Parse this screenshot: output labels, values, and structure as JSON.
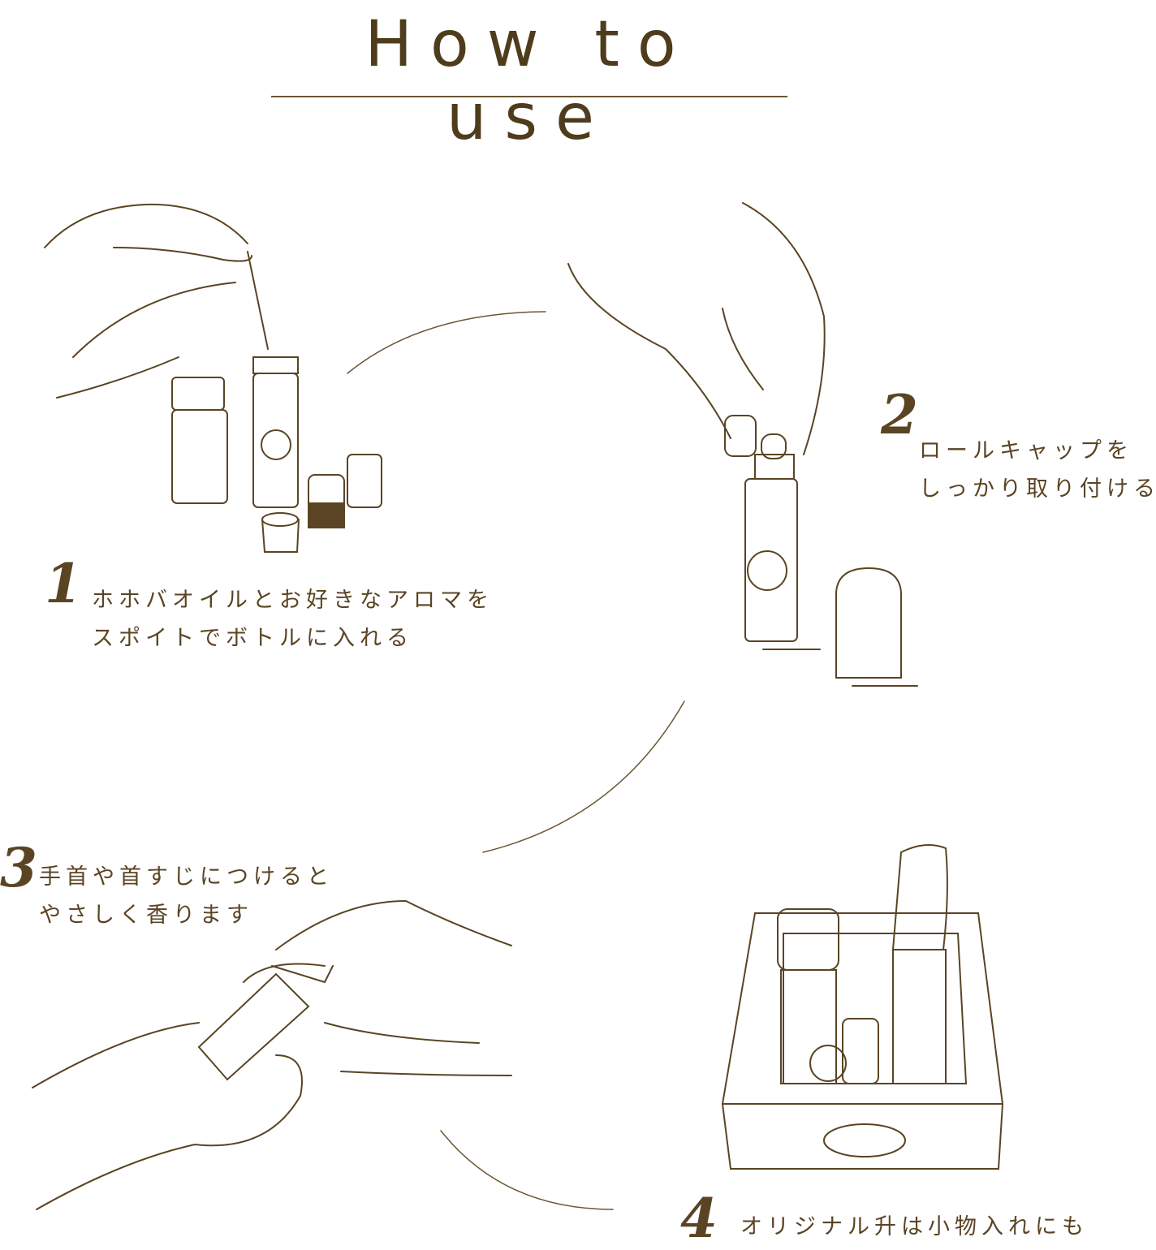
{
  "title": "How to use",
  "colors": {
    "ink": "#5a4424"
  },
  "steps": [
    {
      "number": "1",
      "lines": [
        "ホホバオイルとお好きなアロマを",
        "スポイトでボトルに入れる"
      ]
    },
    {
      "number": "2",
      "lines": [
        "ロールキャップを",
        "しっかり取り付ける"
      ]
    },
    {
      "number": "3",
      "lines": [
        "手首や首すじにつけると",
        "やさしく香ります"
      ]
    },
    {
      "number": "4",
      "lines": [
        "オリジナル升は小物入れにも"
      ]
    }
  ]
}
